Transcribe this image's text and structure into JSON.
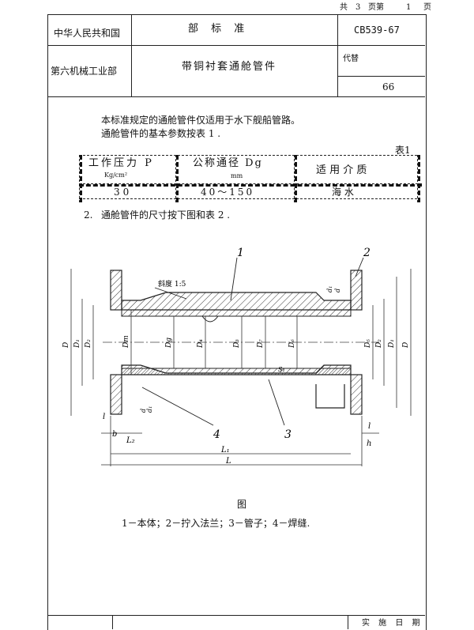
{
  "page_counter": {
    "total_label": "共",
    "total": "3",
    "page_label": "页第",
    "page": "1",
    "unit": "页"
  },
  "header": {
    "org_top": "中华人民共和国",
    "org_bottom": "第六机械工业部",
    "std_type": "部 标 准",
    "title": "带铜衬套通舱管件",
    "code": "CB539-67",
    "replace_label": "代替",
    "replace_value": "",
    "number": "66"
  },
  "body": {
    "para1": "本标准规定的通舱管件仅适用于水下舰船管路。",
    "para1b": "通舱管件的基本参数按表 1 .",
    "table1": {
      "label": "表1",
      "headers": [
        "工作压力 P",
        "公称通径 Dg",
        "适 用 介 质"
      ],
      "units": [
        "Kg/cm²",
        "mm",
        ""
      ],
      "row": [
        "30",
        "40～150",
        "海 水"
      ]
    },
    "para2_num": "2.",
    "para2": "通舱管件的尺寸按下图和表 2 ."
  },
  "drawing": {
    "taper_label": "斜度 1:5",
    "callouts": [
      "1",
      "2",
      "3",
      "4"
    ],
    "left_dims": [
      "D",
      "D₁",
      "D₂",
      "Dm"
    ],
    "center_dims": [
      "Dg",
      "D₄",
      "D₃",
      "D₇",
      "D₆"
    ],
    "right_dims": [
      "D₅",
      "D₂",
      "D₁",
      "D"
    ],
    "small_dims": [
      "d₁",
      "d",
      "S₁",
      "d",
      "d₁"
    ],
    "bottom_dims": [
      "l",
      "b",
      "L₂",
      "L₁",
      "L",
      "l",
      "h"
    ]
  },
  "caption": {
    "title": "图",
    "legend": "1－本体；2－拧入法兰；3－管子；4－焊缝."
  },
  "footer": {
    "label": "实 施 日 期"
  }
}
